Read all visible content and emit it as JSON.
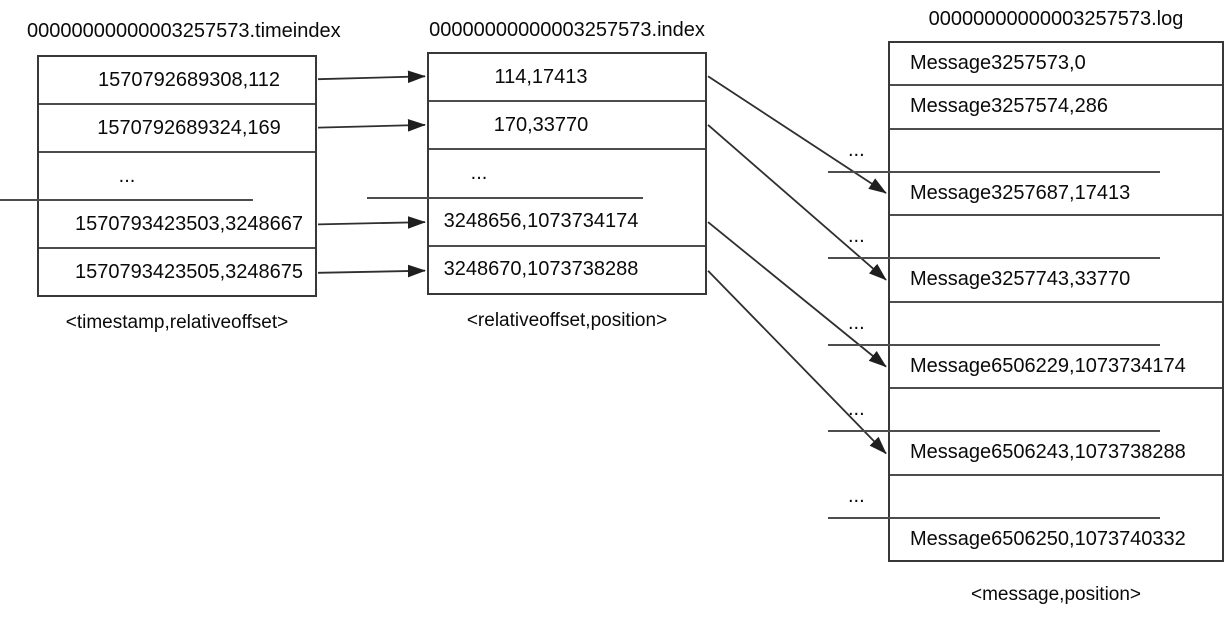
{
  "diagram": {
    "files": [
      {
        "id": "timeindex",
        "title": "00000000000003257573.timeindex",
        "caption": "<timestamp,relativeoffset>",
        "rows": [
          "1570792689308,112",
          "1570792689324,169",
          "...",
          "1570793423503,3248667",
          "1570793423505,3248675"
        ]
      },
      {
        "id": "index",
        "title": "00000000000003257573.index",
        "caption": "<relativeoffset,position>",
        "rows": [
          "114,17413",
          "170,33770",
          "...",
          "3248656,1073734174",
          "3248670,1073738288"
        ]
      },
      {
        "id": "log",
        "title": "00000000000003257573.log",
        "caption": "<message,position>",
        "rows": [
          "Message3257573,0",
          "Message3257574,286",
          "...",
          "Message3257687,17413",
          "...",
          "Message3257743,33770",
          "...",
          "Message6506229,1073734174",
          "...",
          "Message6506243,1073738288",
          "...",
          "Message6506250,1073740332"
        ]
      }
    ],
    "arrows": [
      {
        "from": "timeindex",
        "fromRow": 0,
        "to": "index",
        "toRow": 0
      },
      {
        "from": "timeindex",
        "fromRow": 1,
        "to": "index",
        "toRow": 1
      },
      {
        "from": "timeindex",
        "fromRow": 3,
        "to": "index",
        "toRow": 3
      },
      {
        "from": "timeindex",
        "fromRow": 4,
        "to": "index",
        "toRow": 4
      },
      {
        "from": "index",
        "fromRow": 0,
        "to": "log",
        "toRow": 3
      },
      {
        "from": "index",
        "fromRow": 1,
        "to": "log",
        "toRow": 5
      },
      {
        "from": "index",
        "fromRow": 3,
        "to": "log",
        "toRow": 7
      },
      {
        "from": "index",
        "fromRow": 4,
        "to": "log",
        "toRow": 9
      }
    ],
    "colors": {
      "line": "#2f2f2f",
      "border": "#383838",
      "text": "#0a0a0a",
      "background": "#ffffff"
    }
  }
}
